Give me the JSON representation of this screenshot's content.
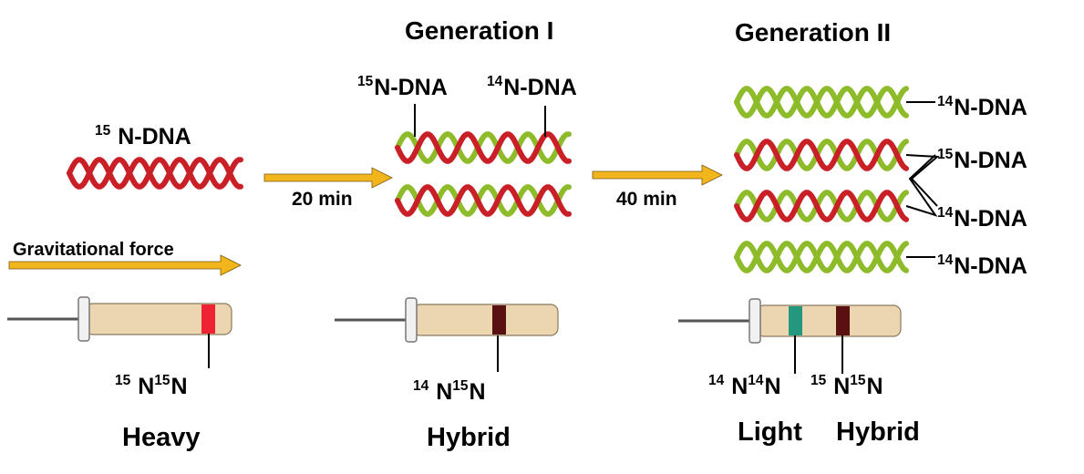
{
  "colors": {
    "heavy_strand": "#c91f26",
    "light_strand": "#8dbb2a",
    "arrow": "#f2b51c",
    "tube_body": "#ecd6b0",
    "band_heavy": "#ee2232",
    "band_hybrid": "#5a1010",
    "band_light": "#23987e"
  },
  "headings": {
    "gen1": "Generation I",
    "gen2": "Generation II"
  },
  "arrows": {
    "first": "20 min",
    "second": "40 min",
    "force": "Gravitational force"
  },
  "parent": {
    "iso": "15",
    "label": " N-DNA"
  },
  "gen1_labels": {
    "left_iso": "15",
    "left": "N-DNA",
    "right_iso": "14",
    "right": "N-DNA"
  },
  "gen2_labels": {
    "a_iso": "14",
    "a": "N-DNA",
    "b_iso": "15",
    "b": "N-DNA",
    "c_iso": "14",
    "c": "N-DNA",
    "d_iso": "14",
    "d": "N-DNA"
  },
  "bands": {
    "heavy": {
      "iso1": "15",
      "n1": " N",
      "iso2": "15",
      "n2": "N",
      "caption": "Heavy"
    },
    "hybrid1": {
      "iso1": "14",
      "n1": " N",
      "iso2": "15",
      "n2": "N",
      "caption": "Hybrid"
    },
    "light": {
      "iso1": "14",
      "n1": " N",
      "iso2": "14",
      "n2": "N",
      "caption": "Light"
    },
    "hybrid2": {
      "iso1": "15",
      "n1": " N",
      "iso2": "15",
      "n2": "N",
      "caption": "Hybrid"
    }
  }
}
